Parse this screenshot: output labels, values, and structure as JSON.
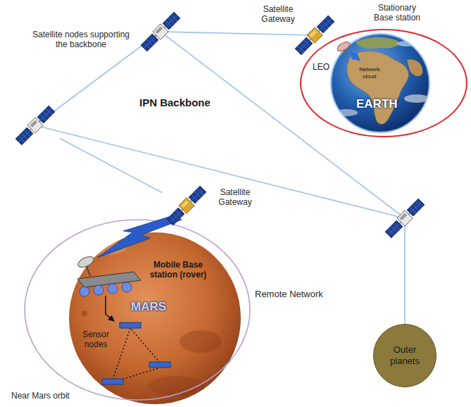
{
  "diagram": {
    "nodes": [
      {
        "text": [
          "Satellite nodes supporting the backbone"
        ]
      },
      {
        "text": [
          "Satellite Gateway"
        ]
      },
      {
        "text": [
          "Satellite Gateway"
        ]
      },
      {
        "text": [
          "Outer planets"
        ]
      }
    ],
    "edges": [
      {
        "from": 0,
        "to": 2,
        "arrow": "none"
      }
    ],
    "labels": [
      "Stationary Base station",
      "LEO",
      "Network cloud",
      "EARTH",
      "IPN Backbone",
      "Mobile Base station (rover)",
      "MARS",
      "Sensor nodes",
      "Remote Network",
      "Near Mars orbit"
    ]
  }
}
